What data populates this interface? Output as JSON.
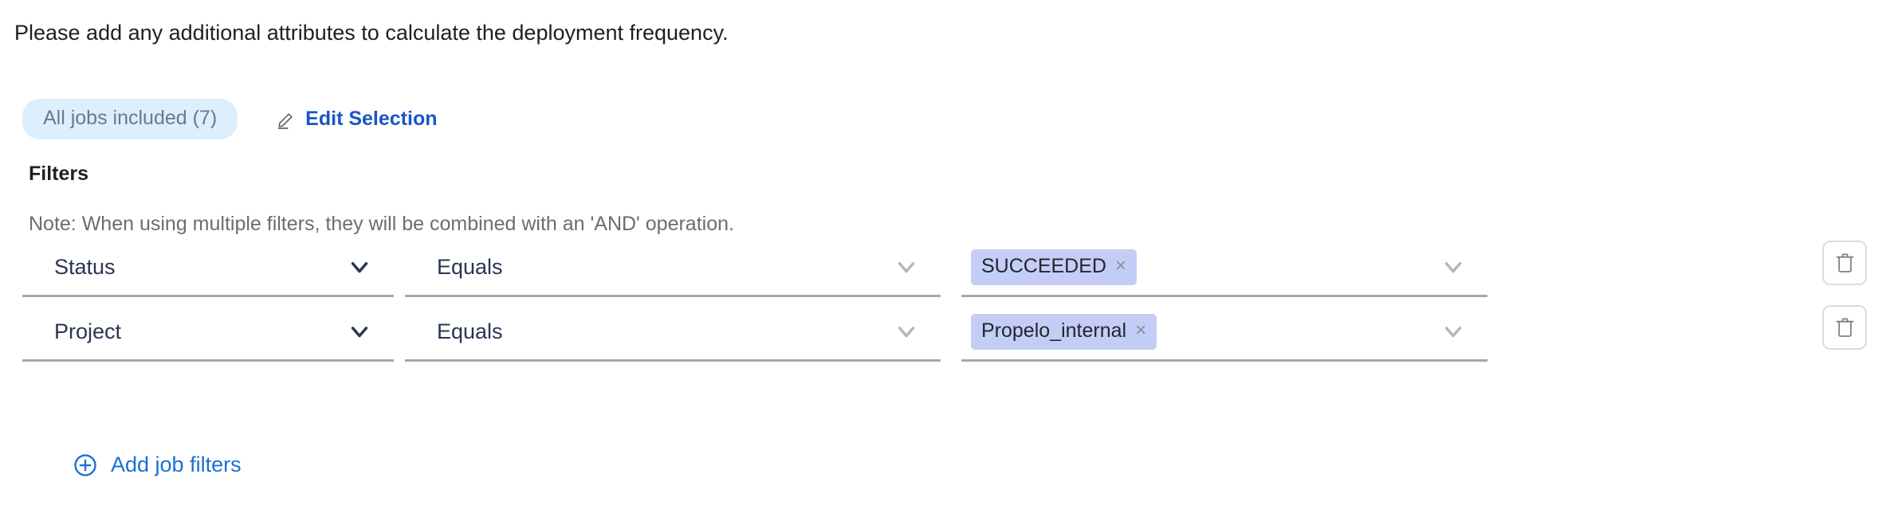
{
  "intro": {
    "text": "Please add any additional attributes to calculate the deployment frequency."
  },
  "selection": {
    "pill_label": "All jobs included (7)",
    "edit_label": "Edit Selection",
    "edit_icon": "pencil-icon"
  },
  "filters": {
    "heading": "Filters",
    "note": "Note: When using multiple filters, they will be combined with an 'AND' operation.",
    "add_label": "Add job filters",
    "add_icon": "plus-circle-icon",
    "delete_icon": "trash-icon",
    "rows": [
      {
        "attribute": "Status",
        "operator": "Equals",
        "values": [
          {
            "label": "SUCCEEDED",
            "remove": "×"
          }
        ]
      },
      {
        "attribute": "Project",
        "operator": "Equals",
        "values": [
          {
            "label": "Propelo_internal",
            "remove": "×"
          }
        ]
      }
    ]
  },
  "colors": {
    "link": "#1a6fd4",
    "edit_link": "#1a56c4",
    "pill_bg": "#ddeefc",
    "pill_text": "#6b7a90",
    "chip_bg": "#c4cdf5",
    "field_text": "#2b3553",
    "underline": "#a8a8a8",
    "note_text": "#6d6d6d"
  }
}
